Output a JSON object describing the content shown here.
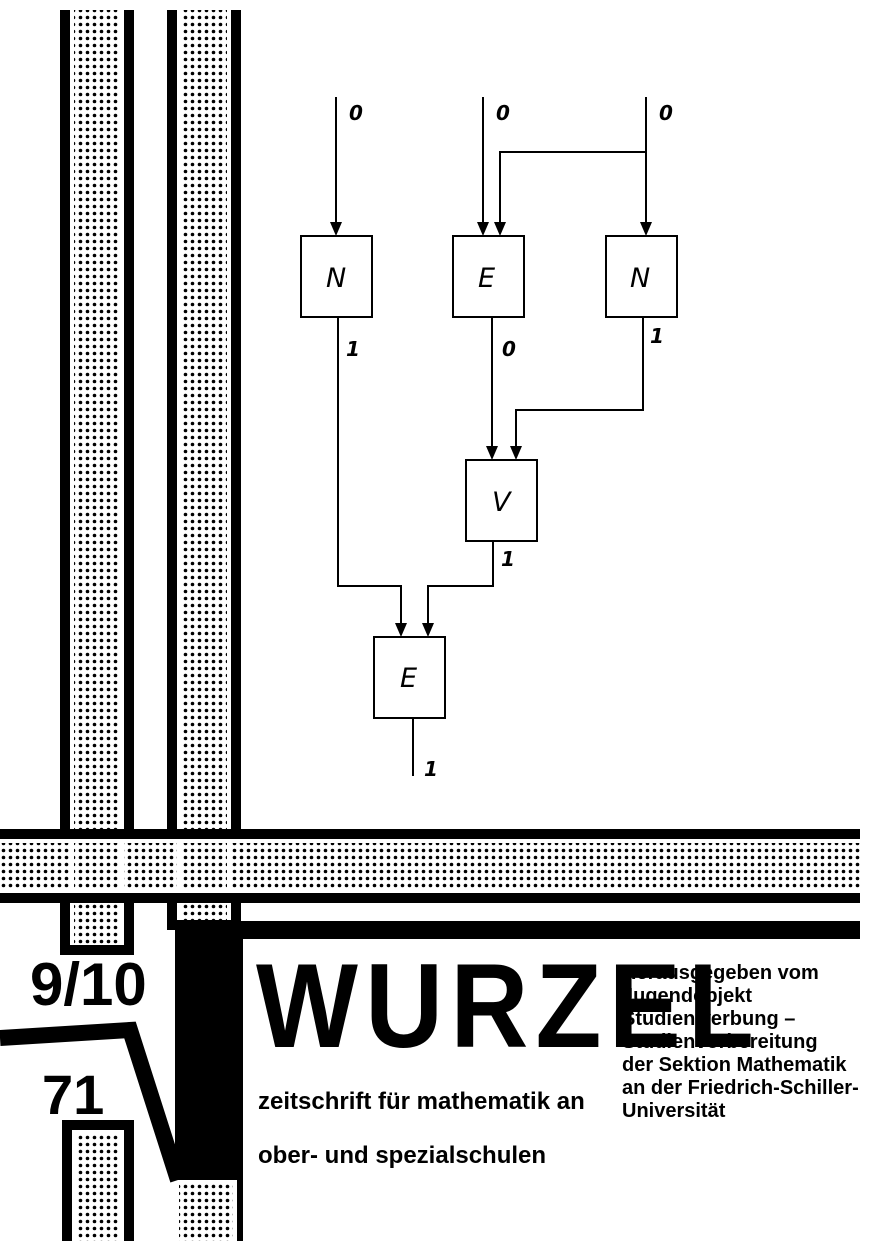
{
  "title": "WURZEL",
  "subtitle_line1": "zeitschrift für mathematik an",
  "subtitle_line2": "ober- und spezialschulen",
  "issue": "9/10",
  "year": "71",
  "publisher_lines": [
    "Herausgegeben vom",
    "Jugendobjekt",
    "Studienwerbung –",
    "Studienvorbereitung",
    "der Sektion Mathematik",
    "an der Friedrich-Schiller-",
    "Universität"
  ],
  "diagram": {
    "inputs": [
      "0",
      "0",
      "0"
    ],
    "gates": [
      {
        "id": "g1",
        "label": "N",
        "output": "1"
      },
      {
        "id": "g2",
        "label": "E",
        "output": "0"
      },
      {
        "id": "g3",
        "label": "N",
        "output": "1"
      },
      {
        "id": "g4",
        "label": "V",
        "output": "1"
      },
      {
        "id": "g5",
        "label": "E",
        "output": "1"
      }
    ]
  }
}
